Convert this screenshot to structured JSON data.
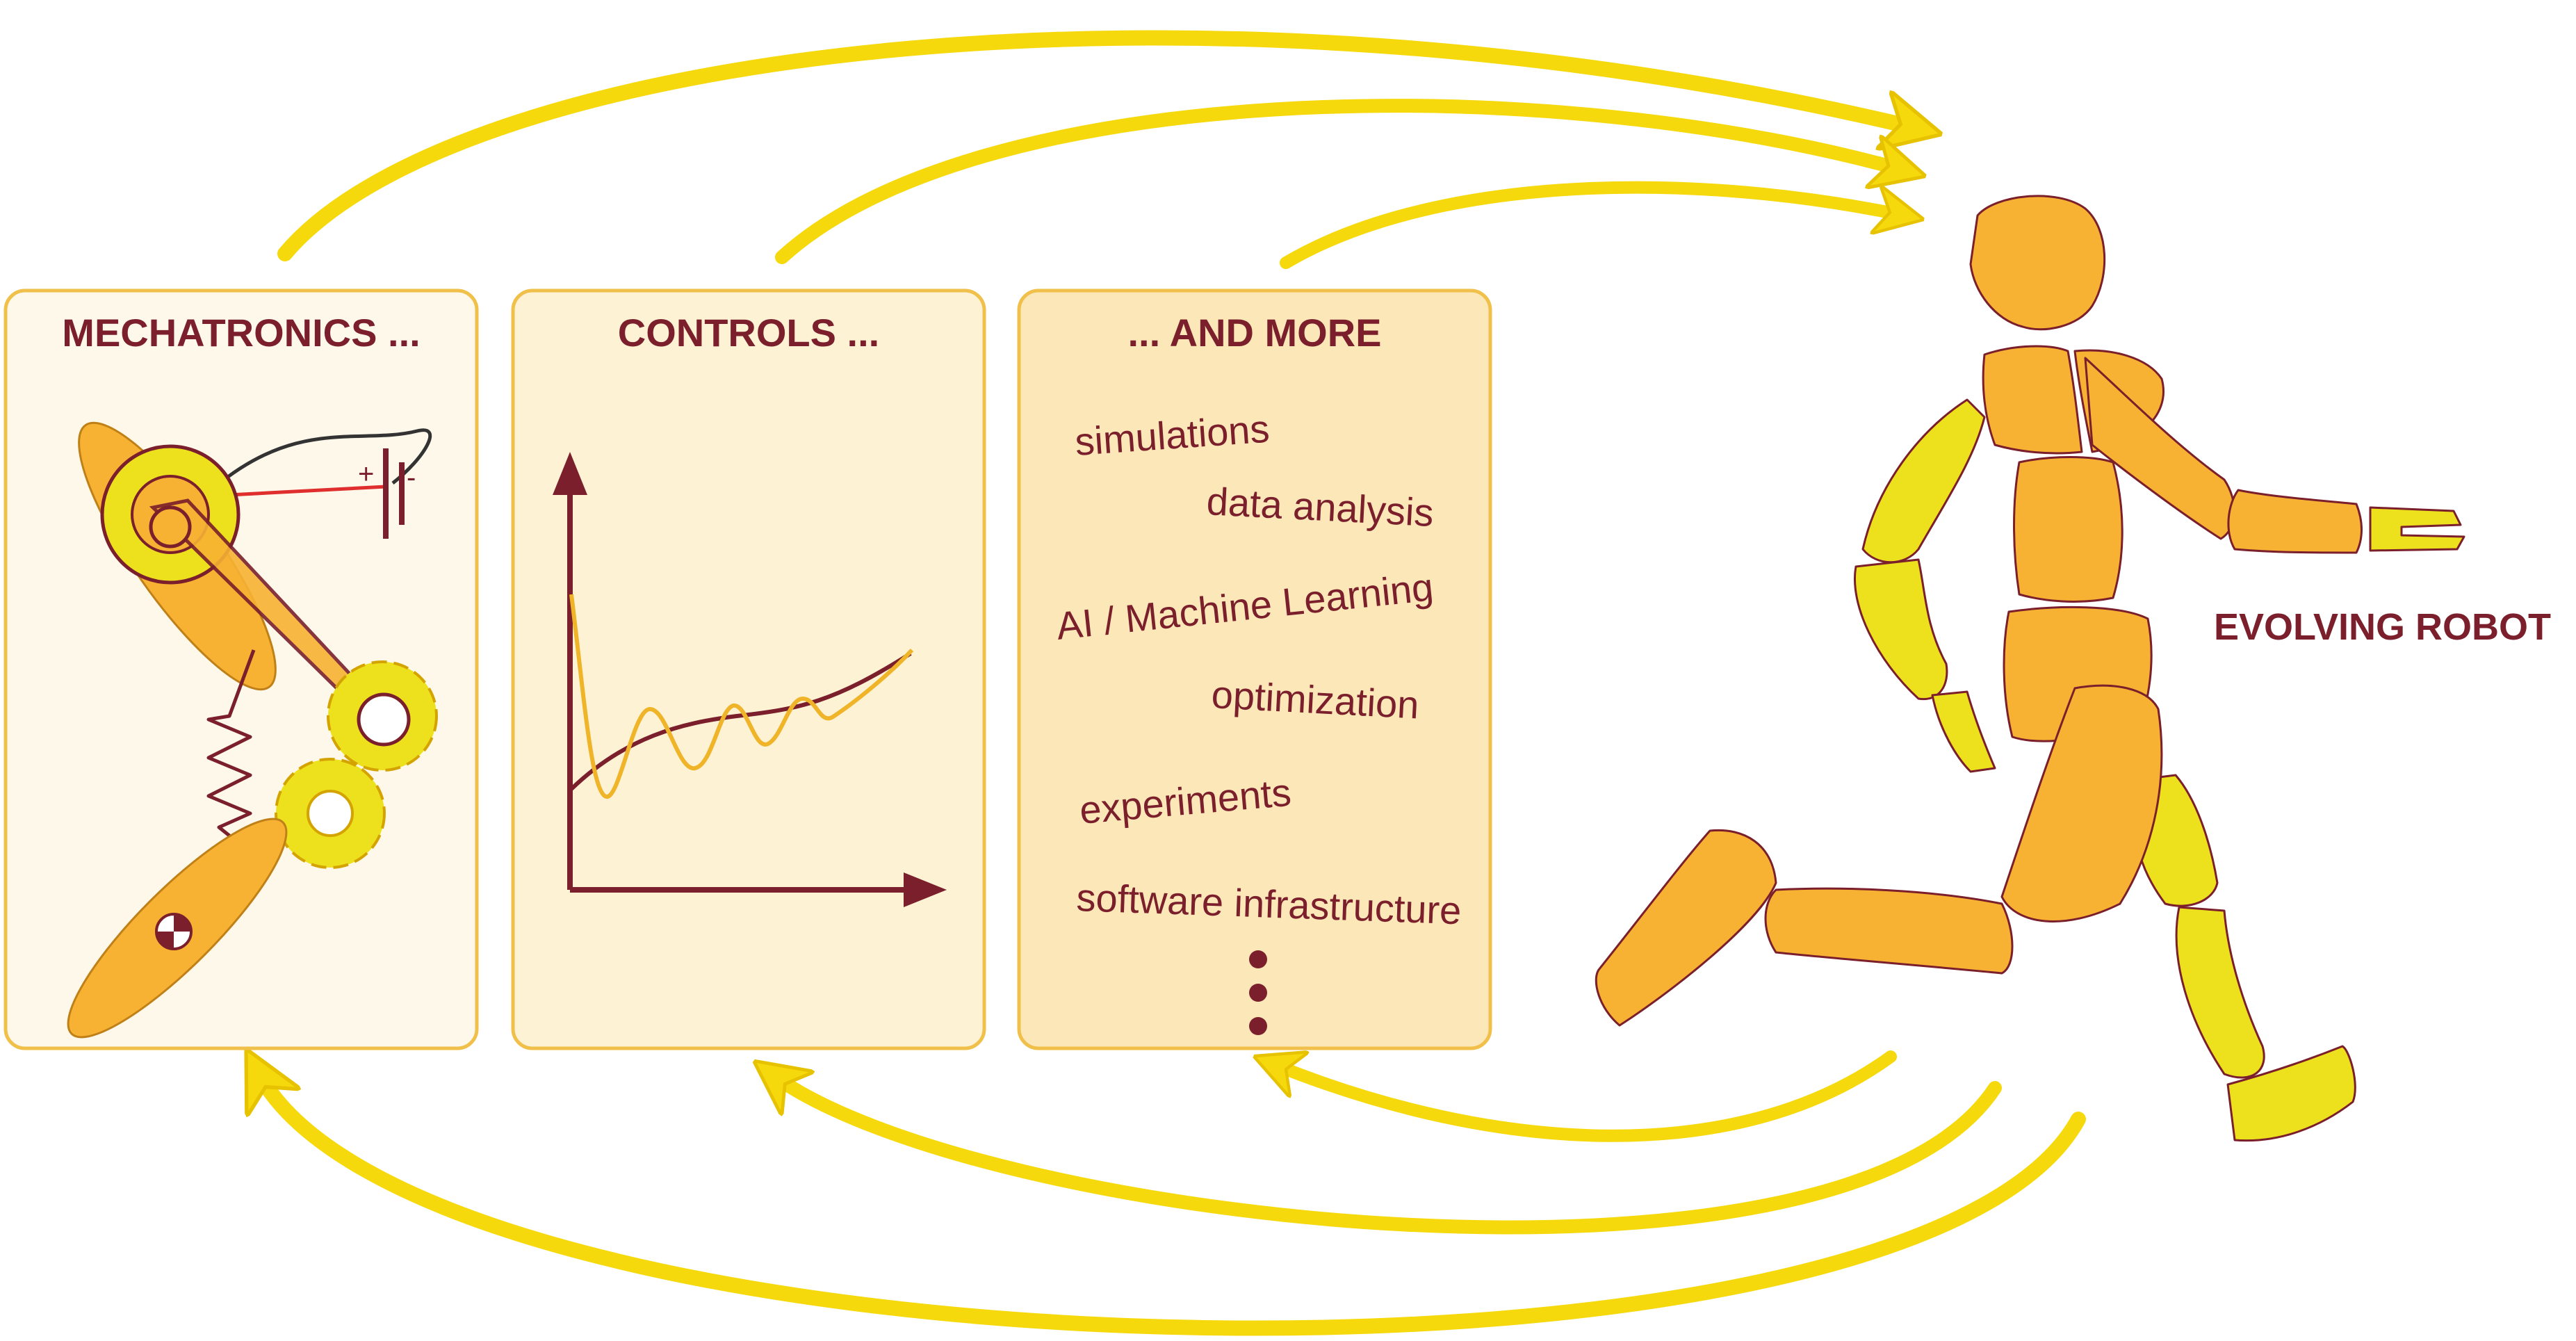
{
  "panels": {
    "mechatronics": {
      "title": "MECHATRONICS ..."
    },
    "controls": {
      "title": "CONTROLS ..."
    },
    "more": {
      "title": "... AND MORE",
      "items": [
        "simulations",
        "data analysis",
        "AI / Machine Learning",
        "optimization",
        "experiments",
        "software infrastructure"
      ]
    }
  },
  "robot": {
    "label": "EVOLVING ROBOT"
  },
  "colors": {
    "arrow": "#f5d90c",
    "arrow_edge": "#e6c200",
    "panel_border": "#f0c04a",
    "panel1_bg": "#fdf8e9",
    "panel2_bg": "#fdf2d4",
    "panel3_bg": "#fbe7b8",
    "text": "#7a1f2b",
    "robot_orange": "#f7b233",
    "robot_yellow": "#ede01c",
    "robot_outline": "#7a1f2b"
  }
}
